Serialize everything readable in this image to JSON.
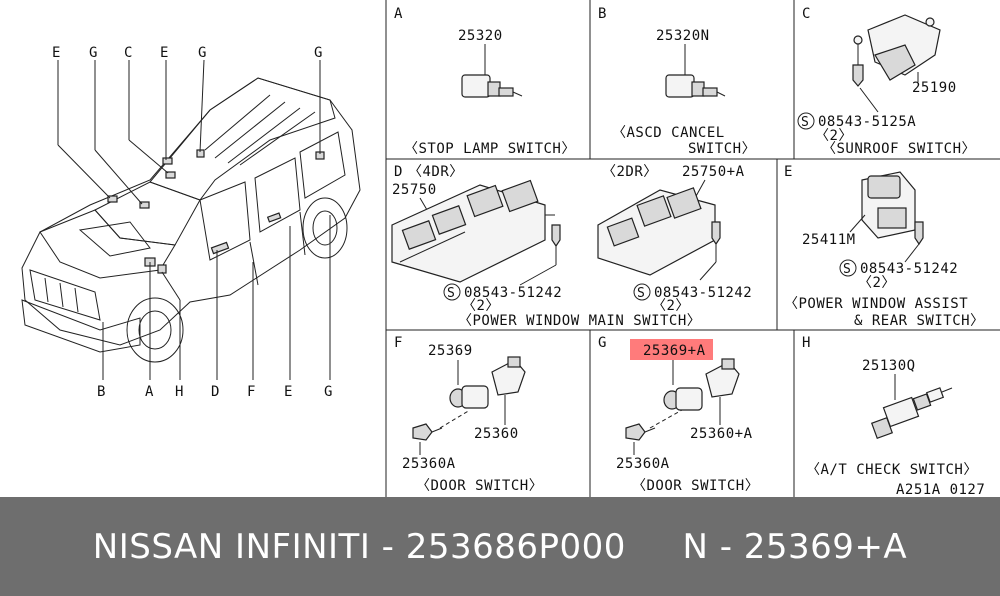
{
  "car": {
    "labels_top": [
      "E",
      "G",
      "C",
      "E",
      "G",
      "G"
    ],
    "labels_bottom": [
      "B",
      "A",
      "H",
      "D",
      "F",
      "E",
      "G"
    ]
  },
  "panels": {
    "A": {
      "letter": "A",
      "part": "25320",
      "caption": "〈STOP LAMP SWITCH〉"
    },
    "B": {
      "letter": "B",
      "part": "25320N",
      "caption1": "〈ASCD CANCEL",
      "caption2": "SWITCH〉"
    },
    "C": {
      "letter": "C",
      "part": "25190",
      "bolt": "08543-5125A",
      "qty": "〈2〉",
      "caption": "〈SUNROOF SWITCH〉"
    },
    "D": {
      "letter": "D",
      "door4": "〈4DR〉",
      "door2": "〈2DR〉",
      "part_a": "25750",
      "part_b": "25750+A",
      "bolt_a": "08543-51242",
      "bolt_b": "08543-51242",
      "qty_a": "〈2〉",
      "qty_b": "〈2〉",
      "caption": "〈POWER WINDOW MAIN SWITCH〉"
    },
    "E": {
      "letter": "E",
      "part": "25411M",
      "bolt": "08543-51242",
      "qty": "〈2〉",
      "caption1": "〈POWER WINDOW ASSIST",
      "caption2": "& REAR SWITCH〉"
    },
    "F": {
      "letter": "F",
      "part1": "25369",
      "part2": "25360",
      "part3": "25360A",
      "caption": "〈DOOR SWITCH〉"
    },
    "G": {
      "letter": "G",
      "part1": "25369+A",
      "part2": "25360+A",
      "part3": "25360A",
      "caption": "〈DOOR SWITCH〉",
      "highlight": "#ff7b7b"
    },
    "H": {
      "letter": "H",
      "part": "25130Q",
      "caption": "〈A/T CHECK SWITCH〉",
      "ref": "A251A 0127"
    }
  },
  "circle_s": "S",
  "footer": {
    "text": "NISSAN INFINITI - 253686P000     N - 25369+A",
    "background": "#6e6e6e"
  }
}
